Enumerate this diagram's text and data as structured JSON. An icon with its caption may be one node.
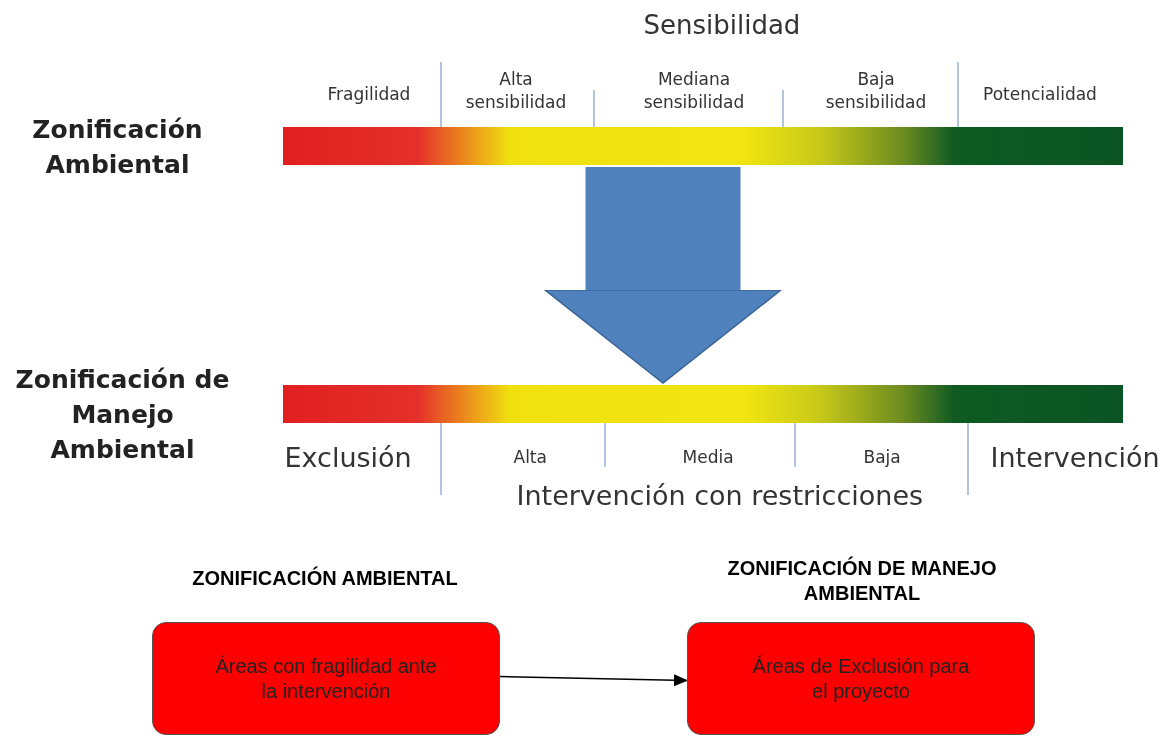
{
  "diagram": {
    "nodes": [
      {
        "text": [],
        "shape": "bar",
        "beside": [
          "Zonificación Ambiental"
        ]
      },
      {
        "text": [],
        "shape": "bar",
        "beside": [
          "Zonificación de Manejo Ambiental"
        ]
      },
      {
        "text": [
          "ZONIFICACIÓN AMBIENTAL",
          "Áreas con fragilidad ante la intervención"
        ]
      },
      {
        "text": [
          "ZONIFICACIÓN DE MANEJO AMBIENTAL",
          "Áreas de Exclusión para el proyecto"
        ]
      }
    ],
    "edges": [
      {
        "from": 0,
        "to": 1,
        "arrow": "to",
        "style": "thick",
        "color": "#4f81bd"
      },
      {
        "from": 2,
        "to": 3,
        "arrow": "to",
        "color": "#000000"
      }
    ],
    "labels": [
      "Sensibilidad",
      "Fragilidad",
      "Alta sensibilidad",
      "Mediana sensibilidad",
      "Baja sensibilidad",
      "Potencialidad",
      "Exclusión",
      "Alta",
      "Media",
      "Baja",
      "Intervención",
      "Intervención con restricciones"
    ]
  }
}
